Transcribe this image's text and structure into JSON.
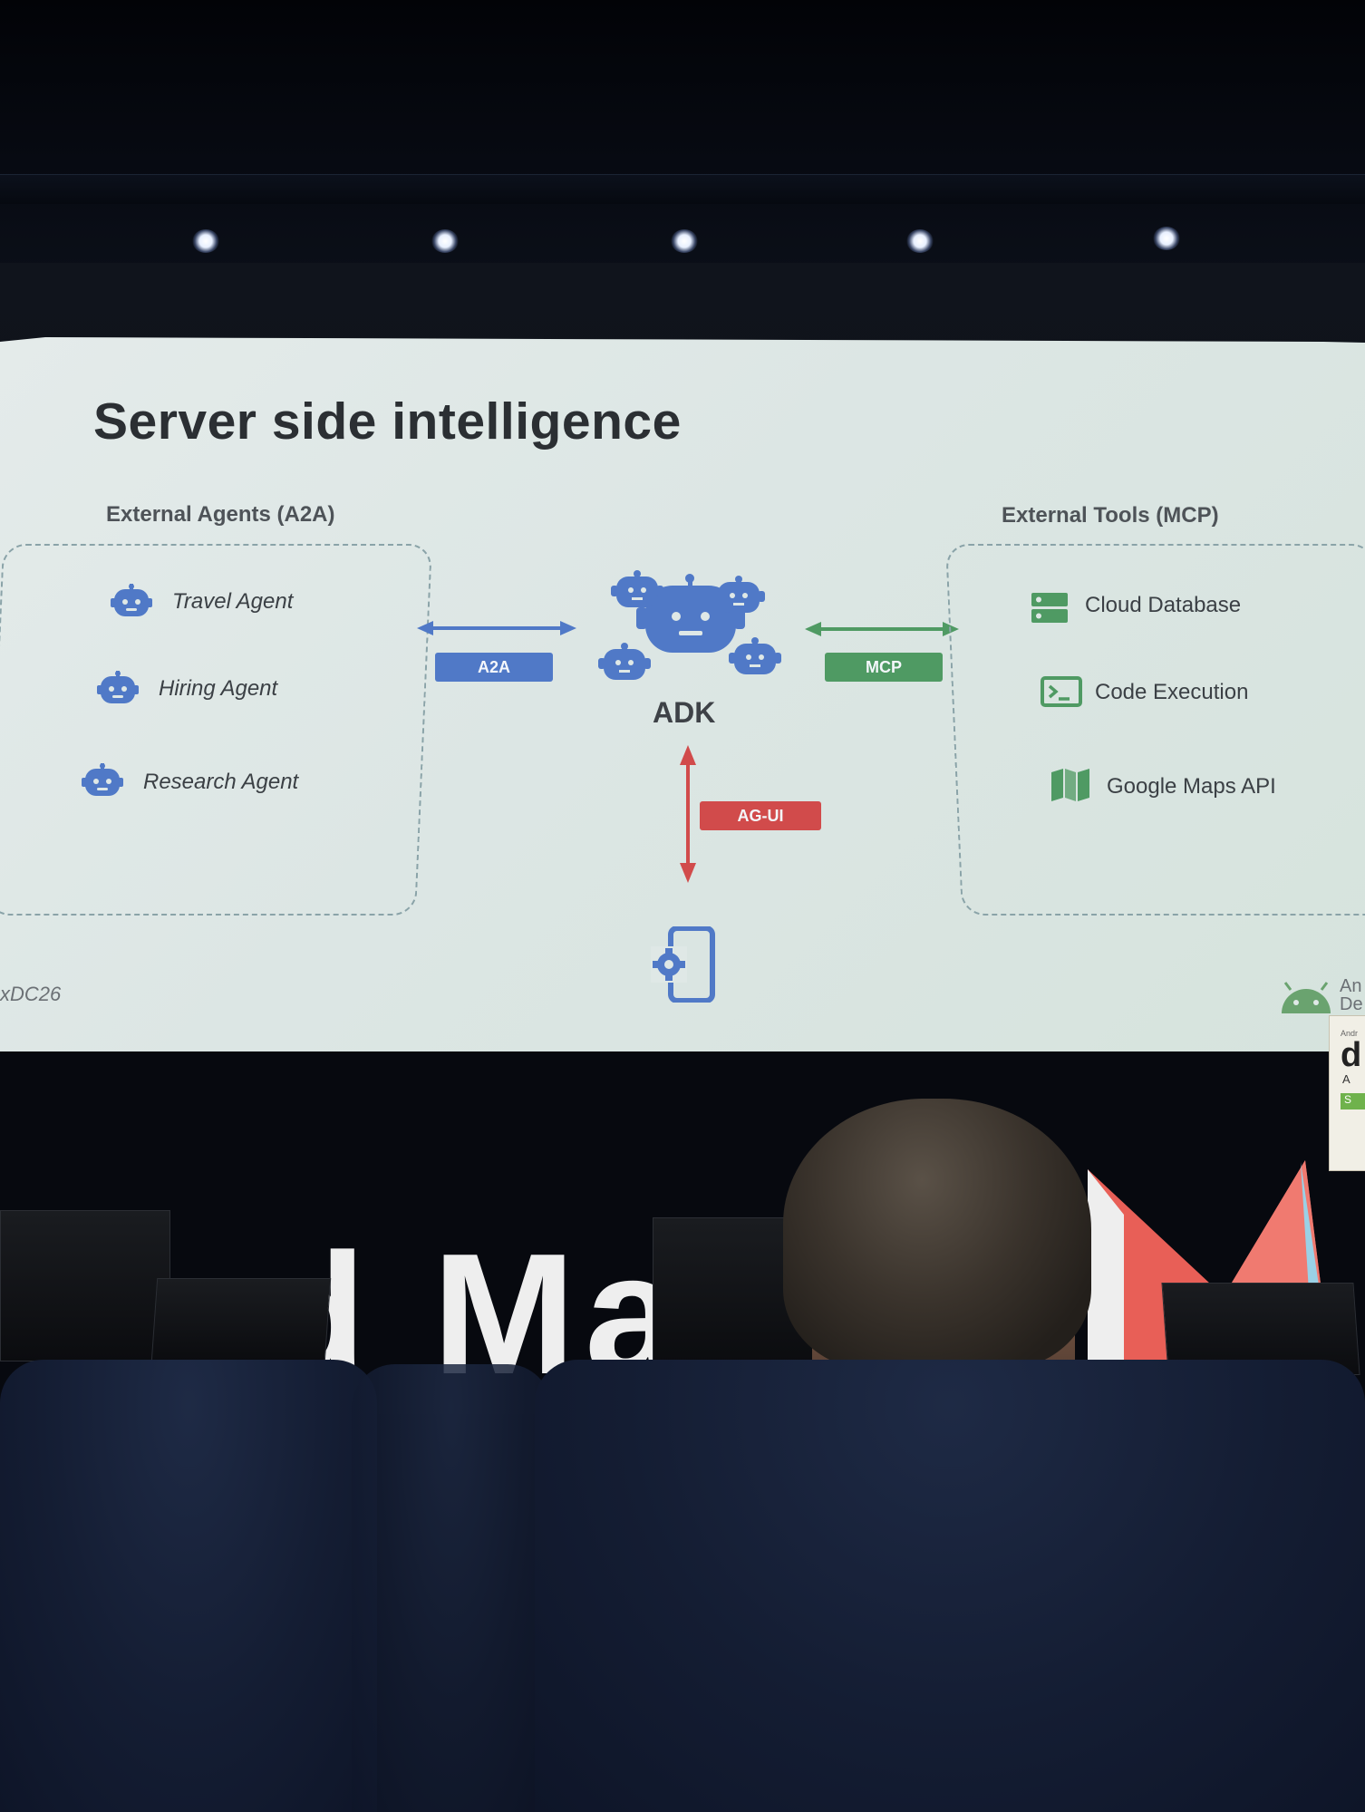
{
  "slide": {
    "title": "Server side intelligence",
    "left_section": "External Agents (A2A)",
    "right_section": "External Tools (MCP)",
    "agents": [
      {
        "label": "Travel Agent",
        "icon": "robot-icon"
      },
      {
        "label": "Hiring Agent",
        "icon": "robot-icon"
      },
      {
        "label": "Research Agent",
        "icon": "robot-icon"
      }
    ],
    "tools": [
      {
        "label": "Cloud Database",
        "icon": "database-icon"
      },
      {
        "label": "Code Execution",
        "icon": "terminal-icon"
      },
      {
        "label": "Google Maps API",
        "icon": "map-icon"
      }
    ],
    "center_label": "ADK",
    "connectors": {
      "left": "A2A",
      "right": "MCP",
      "bottom": "AG-UI"
    },
    "footer_left": "xDC26",
    "footer_right_fragment_1": "An",
    "footer_right_fragment_2": "De",
    "colors": {
      "blue": "#5079c7",
      "green": "#4f9a63",
      "red": "#d14b4b",
      "background": "#dfe8e6"
    }
  },
  "stage": {
    "sign_fragment": "d Ma",
    "poster_letter": "d",
    "poster_line_1": "Andr",
    "poster_line_2": "A",
    "poster_line_3": "S"
  }
}
